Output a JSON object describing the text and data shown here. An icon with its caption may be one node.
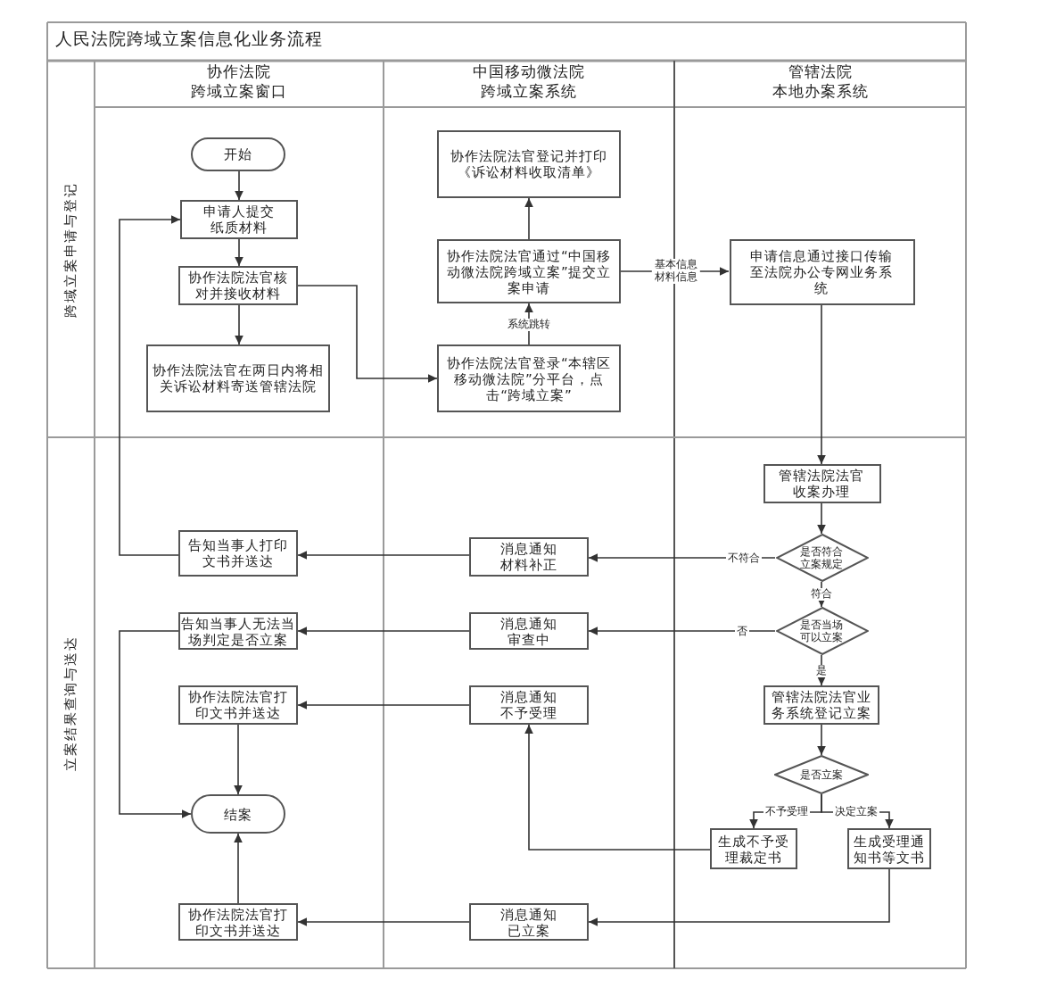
{
  "diagram": {
    "title": "人民法院跨域立案信息化业务流程",
    "nodes": [
      {
        "text": [
          "协作法院",
          "跨域立案窗口"
        ]
      },
      {
        "text": [
          "中国移动微法院",
          "跨域立案系统"
        ]
      },
      {
        "text": [
          "管辖法院",
          "本地办案系统"
        ]
      },
      {
        "text": [
          "跨域立案申请与登记"
        ]
      },
      {
        "text": [
          "开始"
        ]
      },
      {
        "text": [
          "申请人提交纸质材料"
        ]
      },
      {
        "text": [
          "协作法院法官核对并接收材料"
        ]
      },
      {
        "text": [
          "协作法院法官在两日内将相关诉讼材料寄送管辖法院"
        ]
      },
      {
        "text": [
          "协作法院法官登记并打印《诉讼材料收取清单》"
        ]
      },
      {
        "text": [
          "协作法院法官通过“中国移动微法院跨域立案”提交立案申请"
        ]
      },
      {
        "text": [
          "协作法院法官登录“本辖区移动微法院”分平台，点击“跨域立案”"
        ]
      },
      {
        "text": [
          "申请信息通过接口传输至法院办公专网业务系统"
        ]
      },
      {
        "text": [
          "立案结果查询与送达"
        ]
      },
      {
        "text": [
          "管辖法院法官收案办理"
        ]
      },
      {
        "text": [
          "是否符合立案规定"
        ]
      },
      {
        "text": [
          "是否当场可以立案"
        ]
      },
      {
        "text": [
          "管辖法院法官业务系统登记立案"
        ]
      },
      {
        "text": [
          "是否立案"
        ]
      },
      {
        "text": [
          "生成不予受理裁定书"
        ]
      },
      {
        "text": [
          "生成受理通知书等文书"
        ]
      },
      {
        "text": [
          "消息通知材料补正"
        ]
      },
      {
        "text": [
          "消息通知审查中"
        ]
      },
      {
        "text": [
          "消息通知不予受理"
        ]
      },
      {
        "text": [
          "消息通知已立案"
        ]
      },
      {
        "text": [
          "告知当事人打印文书并送达"
        ]
      },
      {
        "text": [
          "告知当事人无法当场判定是否立案"
        ]
      },
      {
        "text": [
          "协作法院法官打印文书并送达"
        ]
      },
      {
        "text": [
          "结案"
        ]
      },
      {
        "text": [
          "协作法院法官打印文书并送达"
        ]
      }
    ],
    "edges": [
      {
        "from": 4,
        "to": 5,
        "arrow": "to"
      },
      {
        "from": 5,
        "to": 6,
        "arrow": "to"
      },
      {
        "from": 6,
        "to": 7,
        "arrow": "to"
      },
      {
        "from": 6,
        "to": 10,
        "arrow": "to"
      },
      {
        "from": 10,
        "to": 9,
        "arrow": "to",
        "label": "系统跳转"
      },
      {
        "from": 9,
        "to": 8,
        "arrow": "to"
      },
      {
        "from": 9,
        "to": 11,
        "arrow": "to",
        "label": "基本信息材料信息"
      },
      {
        "from": 11,
        "to": 13,
        "arrow": "to"
      },
      {
        "from": 13,
        "to": 14,
        "arrow": "to"
      },
      {
        "from": 14,
        "to": 20,
        "arrow": "to",
        "label": "不符合"
      },
      {
        "from": 14,
        "to": 15,
        "arrow": "to",
        "label": "符合"
      },
      {
        "from": 15,
        "to": 21,
        "arrow": "to",
        "label": "否"
      },
      {
        "from": 15,
        "to": 16,
        "arrow": "to",
        "label": "是"
      },
      {
        "from": 16,
        "to": 17,
        "arrow": "to"
      },
      {
        "from": 17,
        "to": 18,
        "arrow": "to",
        "label": "不予受理"
      },
      {
        "from": 17,
        "to": 19,
        "arrow": "to",
        "label": "决定立案"
      },
      {
        "from": 18,
        "to": 22,
        "arrow": "to"
      },
      {
        "from": 19,
        "to": 23,
        "arrow": "to"
      },
      {
        "from": 20,
        "to": 24,
        "arrow": "to"
      },
      {
        "from": 21,
        "to": 25,
        "arrow": "to"
      },
      {
        "from": 22,
        "to": 26,
        "arrow": "to"
      },
      {
        "from": 23,
        "to": 28,
        "arrow": "to"
      },
      {
        "from": 24,
        "to": 5,
        "arrow": "to"
      },
      {
        "from": 25,
        "to": 27,
        "arrow": "to"
      },
      {
        "from": 26,
        "to": 27,
        "arrow": "to"
      },
      {
        "from": 28,
        "to": 27,
        "arrow": "to"
      }
    ]
  }
}
